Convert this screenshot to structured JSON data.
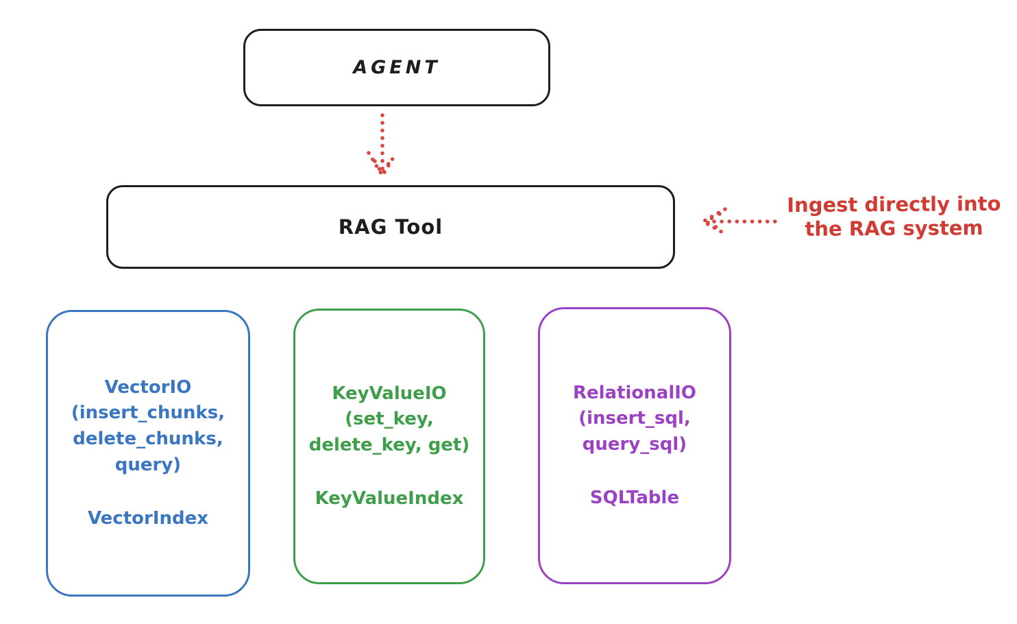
{
  "diagram": {
    "agent": {
      "label": "AGENT"
    },
    "rag_tool": {
      "label": "RAG Tool"
    },
    "annotation": {
      "lines": [
        "Ingest directly into",
        "the RAG system"
      ],
      "color": "#d03b33"
    },
    "arrows": {
      "agent_to_rag": "dotted-down-arrow",
      "annotation_to_rag": "dotted-left-arrow",
      "color": "#d6453e"
    },
    "backends": [
      {
        "name": "vector-io",
        "color": "#3a76c2",
        "io_lines": [
          "VectorIO",
          "(insert_chunks,",
          "delete_chunks,",
          "query)"
        ],
        "index_label": "VectorIndex"
      },
      {
        "name": "keyvalue-io",
        "color": "#3f9e4a",
        "io_lines": [
          "KeyValueIO",
          "(set_key,",
          "delete_key, get)"
        ],
        "index_label": "KeyValueIndex"
      },
      {
        "name": "relational-io",
        "color": "#9b42c3",
        "io_lines": [
          "RelationalIO",
          "(insert_sql,",
          "query_sql)"
        ],
        "index_label": "SQLTable"
      }
    ],
    "stroke_color": "#1e1e1e"
  }
}
